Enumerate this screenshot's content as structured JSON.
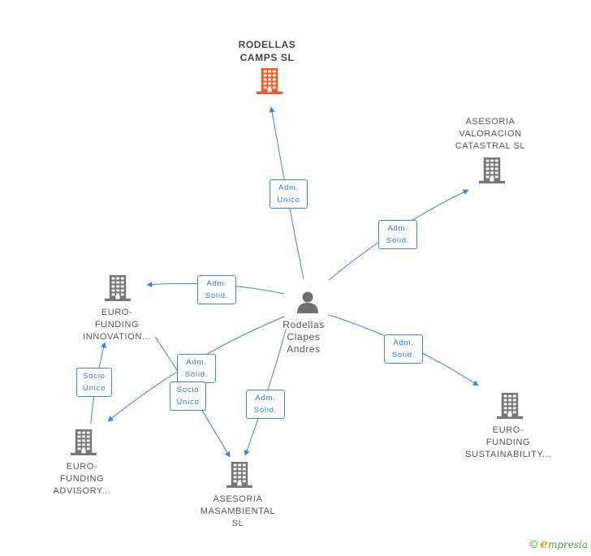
{
  "colors": {
    "edge": "#3b86d8",
    "company_icon": "#777777",
    "main_company_icon": "#f05a28",
    "person_icon": "#6f6f6f"
  },
  "nodes": [
    {
      "id": "rodellas-camps",
      "label": "RODELLAS\nCAMPS SL",
      "type": "company",
      "main": true
    },
    {
      "id": "asesoria-valoracion",
      "label": "ASESORIA\nVALORACION\nCATASTRAL SL",
      "type": "company"
    },
    {
      "id": "euro-funding-innovation",
      "label": "EURO-\nFUNDING\nINNOVATION...",
      "type": "company"
    },
    {
      "id": "rodellas-clapes",
      "label": "Rodellas\nClapes\nAndres",
      "type": "person"
    },
    {
      "id": "euro-funding-sustainability",
      "label": "EURO-\nFUNDING\nSUSTAINABILITY...",
      "type": "company"
    },
    {
      "id": "euro-funding-advisory",
      "label": "EURO-\nFUNDING\nADVISORY...",
      "type": "company"
    },
    {
      "id": "asesoria-masambiental",
      "label": "ASESORIA\nMASAMBIENTAL\nSL",
      "type": "company"
    }
  ],
  "edges": [
    {
      "id": "e1",
      "from": "rodellas-clapes",
      "to": "rodellas-camps",
      "label": "Adm.\nUnico"
    },
    {
      "id": "e2",
      "from": "rodellas-clapes",
      "to": "asesoria-valoracion",
      "label": "Adm.\nSolid."
    },
    {
      "id": "e3",
      "from": "rodellas-clapes",
      "to": "euro-funding-innovation",
      "label": "Adm.\nSolid."
    },
    {
      "id": "e4",
      "from": "rodellas-clapes",
      "to": "euro-funding-sustainability",
      "label": "Adm.\nSolid."
    },
    {
      "id": "e5",
      "from": "rodellas-clapes",
      "to": "euro-funding-advisory",
      "label": "Adm.\nSolid."
    },
    {
      "id": "e6",
      "from": "rodellas-clapes",
      "to": "asesoria-masambiental",
      "label": "Adm.\nSolid."
    },
    {
      "id": "e7",
      "from": "euro-funding-advisory",
      "to": "euro-funding-innovation",
      "label": "Socio\nÚnico"
    },
    {
      "id": "e8",
      "from": "euro-funding-innovation",
      "to": "asesoria-masambiental",
      "label": "Socio\nÚnico"
    }
  ],
  "footer": {
    "copyright": "©",
    "brand_initial": "e",
    "brand_rest": "mpresia"
  }
}
